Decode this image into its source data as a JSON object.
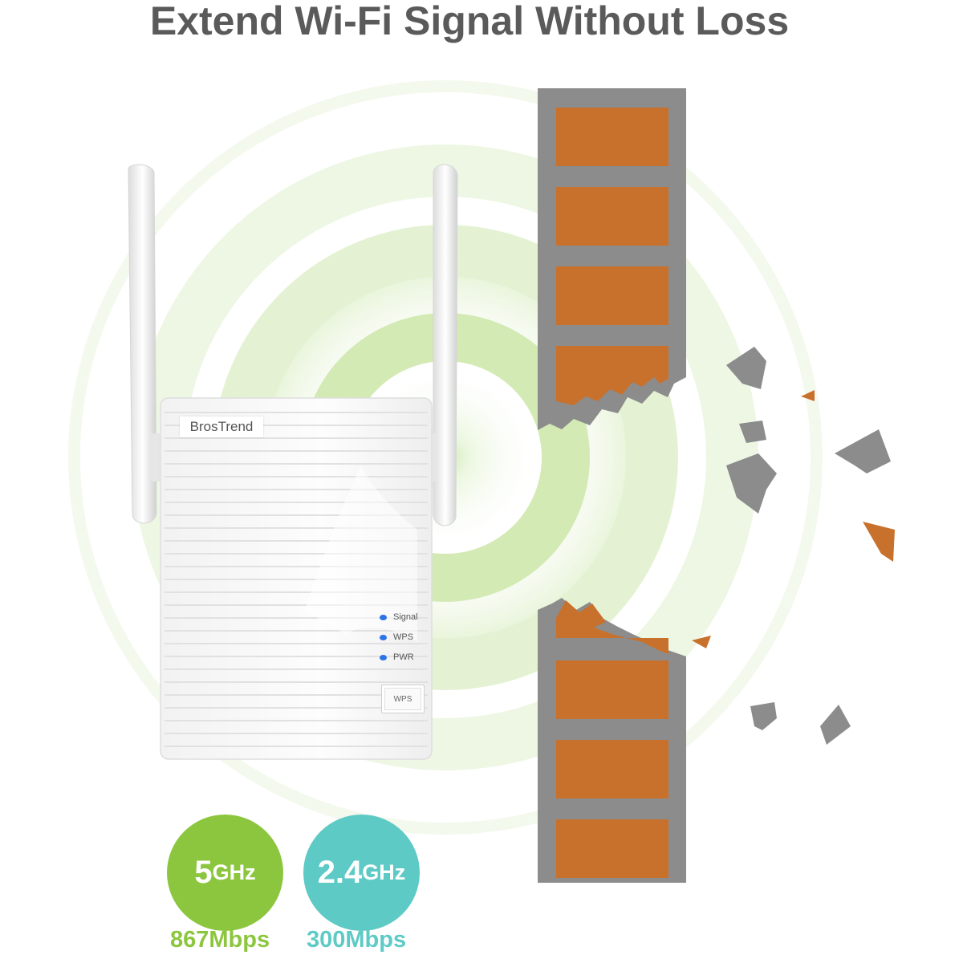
{
  "headline": "Extend Wi-Fi Signal Without Loss",
  "device": {
    "brand": "BrosTrend",
    "indicators": [
      {
        "label": "Signal",
        "color": "#2c72e8"
      },
      {
        "label": "WPS",
        "color": "#2c72e8"
      },
      {
        "label": "PWR",
        "color": "#2c72e8"
      }
    ],
    "wps_button_label": "WPS"
  },
  "bands": [
    {
      "number": "5",
      "unit": "GHz",
      "speed": "867Mbps",
      "color": "#8cc63f"
    },
    {
      "number": "2.4",
      "unit": "GHz",
      "speed": "300Mbps",
      "color": "#5ecac5"
    }
  ],
  "colors": {
    "headline": "#5a5a5a",
    "ring_green": "#9bd36a",
    "brick": "#c8712d",
    "mortar": "#8a8a8a"
  },
  "icons": [
    "wifi-signal-rings",
    "brick-wall",
    "debris"
  ]
}
